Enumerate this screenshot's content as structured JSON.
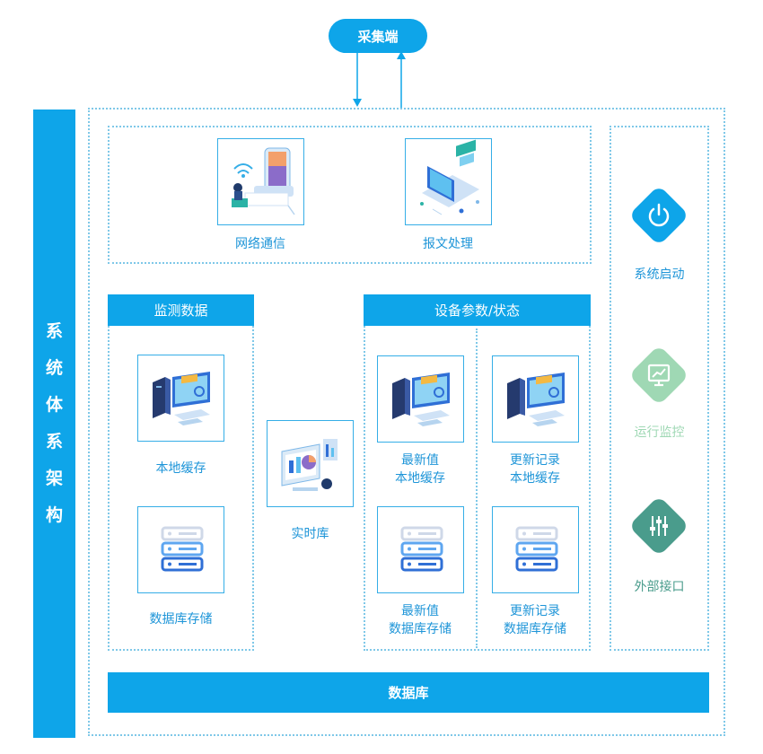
{
  "top_node": {
    "label": "采集端"
  },
  "left_banner": {
    "chars": [
      "系",
      "统",
      "体",
      "系",
      "架",
      "构"
    ]
  },
  "comm": {
    "network": {
      "label": "网络通信"
    },
    "message": {
      "label": "报文处理"
    }
  },
  "monitor": {
    "title": "监测数据",
    "local_cache": {
      "label": "本地缓存"
    },
    "db_storage": {
      "label": "数据库存储"
    }
  },
  "realtime": {
    "label": "实时库"
  },
  "device": {
    "title": "设备参数/状态",
    "latest_cache": {
      "line1": "最新值",
      "line2": "本地缓存"
    },
    "update_cache": {
      "line1": "更新记录",
      "line2": "本地缓存"
    },
    "latest_db": {
      "line1": "最新值",
      "line2": "数据库存储"
    },
    "update_db": {
      "line1": "更新记录",
      "line2": "数据库存储"
    }
  },
  "side": {
    "start": {
      "label": "系统启动",
      "icon": "power-icon",
      "color": "#0ea5e9"
    },
    "monitor": {
      "label": "运行监控",
      "icon": "monitor-chart-icon",
      "color": "#9fd8b4"
    },
    "interface": {
      "label": "外部接口",
      "icon": "sliders-icon",
      "color": "#4a9c8c"
    }
  },
  "database": {
    "label": "数据库"
  }
}
